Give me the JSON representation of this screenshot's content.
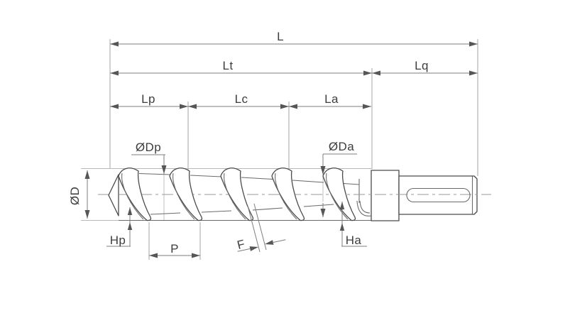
{
  "drawing": {
    "type": "technical-dimension-drawing",
    "subject": "extruder screw side view with dimension callouts",
    "labels": {
      "l": "L",
      "lt": "Lt",
      "lq": "Lq",
      "lp": "Lp",
      "lc": "Lc",
      "la": "La",
      "dia_d": "ØD",
      "dia_dp": "ØDp",
      "dia_da": "ØDa",
      "hp": "Hp",
      "ha": "Ha",
      "p": "P",
      "f": "F"
    },
    "colors": {
      "background": "#ffffff",
      "outline": "#4a4a4a",
      "dimension_lines": "#7d7d7d",
      "text": "#3d3d3d"
    }
  }
}
